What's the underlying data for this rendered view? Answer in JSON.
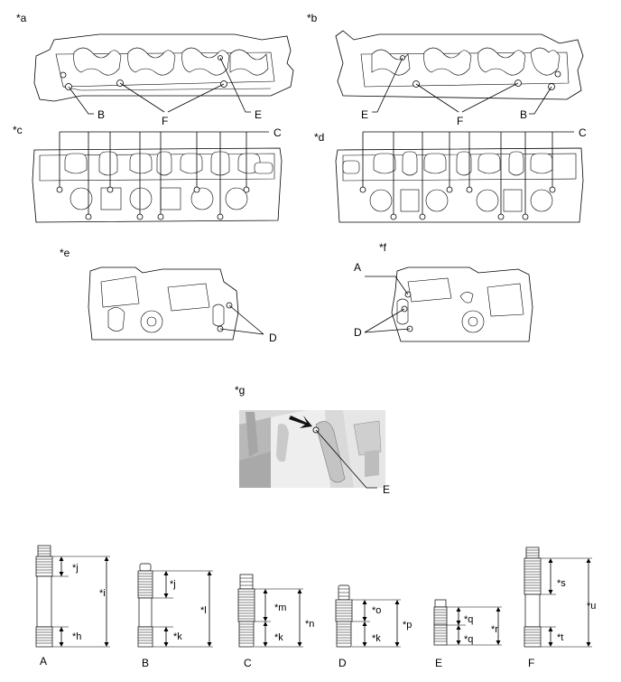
{
  "views": {
    "a": "*a",
    "b": "*b",
    "c": "*c",
    "d": "*d",
    "e": "*e",
    "f": "*f",
    "g": "*g"
  },
  "callouts": {
    "A": "A",
    "B": "B",
    "C": "C",
    "D": "D",
    "E": "E",
    "F": "F"
  },
  "studs": {
    "A": {
      "label": "A",
      "dims": [
        "*j",
        "*i",
        "*h"
      ]
    },
    "B": {
      "label": "B",
      "dims": [
        "*j",
        "*l",
        "*k"
      ]
    },
    "C": {
      "label": "C",
      "dims": [
        "*m",
        "*n",
        "*k"
      ]
    },
    "D": {
      "label": "D",
      "dims": [
        "*o",
        "*p",
        "*k"
      ]
    },
    "E": {
      "label": "E",
      "dims": [
        "*q",
        "*r",
        "*q"
      ]
    },
    "F": {
      "label": "F",
      "dims": [
        "*s",
        "*u",
        "*t"
      ]
    }
  },
  "colors": {
    "line": "#000000",
    "photo_bg": "#dcdcdc",
    "photo_dark": "#3a3a3a"
  }
}
